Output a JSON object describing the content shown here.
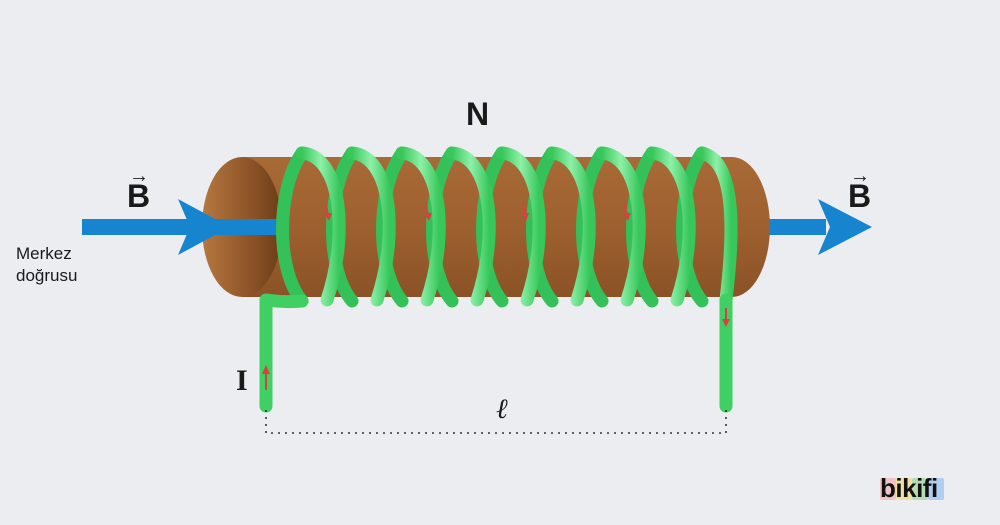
{
  "labels": {
    "turns": "N",
    "field_left": "B",
    "field_right": "B",
    "axis_line1": "Merkez",
    "axis_line2": "doğrusu",
    "current": "I",
    "length": "ℓ"
  },
  "vector_arrow_glyph": "→",
  "logo": {
    "text": "bikifi",
    "bar_colors": [
      "#f4a6a6",
      "#f7d46b",
      "#8fd18a",
      "#8ab8f0"
    ]
  },
  "colors": {
    "background": "#ecedf1",
    "core": "#a0622f",
    "core_dark": "#7c4820",
    "wire": "#3fcf63",
    "field_arrow": "#1684cf",
    "current_arrow": "#d9413f"
  }
}
